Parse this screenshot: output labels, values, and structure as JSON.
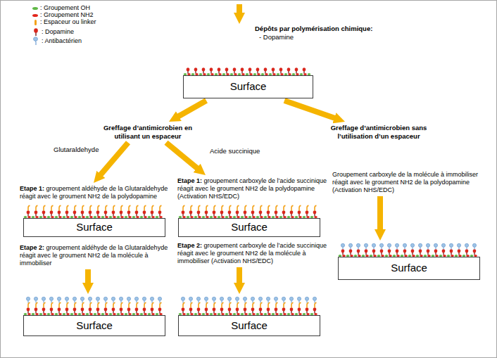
{
  "diagram": {
    "nodes": [
      {
        "text": [
          "Surface"
        ]
      },
      {
        "text": [
          "Greffage d’antimicrobien en utilisant un espaceur"
        ]
      },
      {
        "text": [
          "Greffage d’antimicrobien sans l’utilisation d’un espaceur"
        ]
      },
      {
        "text": [
          "Etape 1: groupement aldéhyde de la Glutaraldehyde réagit avec le groument NH2 de la polydopamine",
          "Surface"
        ]
      },
      {
        "text": [
          "Etape 1: groupement carboxyle de l’acide succinique réagit avec le groument NH2 de la polydopamine (Activation NHS/EDC)",
          "Surface"
        ]
      },
      {
        "text": [
          "Groupement carboxyle de la molécule à immobiliser réagit avec le groument NH2 de la polydopamine (Activation NHS/EDC)"
        ]
      },
      {
        "text": [
          "Etape 2: groupement aldéhyde de la Glutaraldehyde réagit avec le groument NH2 de la molécule à immobiliser"
        ]
      },
      {
        "text": [
          "Etape 2: groupement carboxyle de l’acide succinique réagit avec le groument NH2 de la molécule à immobiliser (Activation NHS/EDC)"
        ]
      },
      {
        "text": [
          "Surface"
        ]
      },
      {
        "text": [
          "Surface"
        ]
      },
      {
        "text": [
          "Surface"
        ]
      }
    ],
    "edges": [
      {
        "from": 0,
        "to": 1,
        "arrow": "to"
      },
      {
        "from": 0,
        "to": 2,
        "arrow": "to"
      },
      {
        "from": 1,
        "to": 3,
        "label": "Glutaraldehyde",
        "arrow": "to"
      },
      {
        "from": 1,
        "to": 4,
        "label": "Acide succinique",
        "arrow": "to"
      },
      {
        "from": 6,
        "to": 9,
        "arrow": "to"
      },
      {
        "from": 7,
        "to": 10,
        "arrow": "to"
      },
      {
        "from": 5,
        "to": 8,
        "arrow": "to"
      }
    ],
    "labels": [
      "Dépôts par polymérisation chimique:",
      "- Dopamine"
    ],
    "legend": [
      {
        "text": ": Groupement OH",
        "color": "#5fb846"
      },
      {
        "text": ": Groupement NH2",
        "color": "#e2261c"
      },
      {
        "text": ": Espaceur ou linker",
        "color": "#f3a21a"
      },
      {
        "text": ": Dopamine"
      },
      {
        "text": ": Antibactérien"
      }
    ]
  }
}
